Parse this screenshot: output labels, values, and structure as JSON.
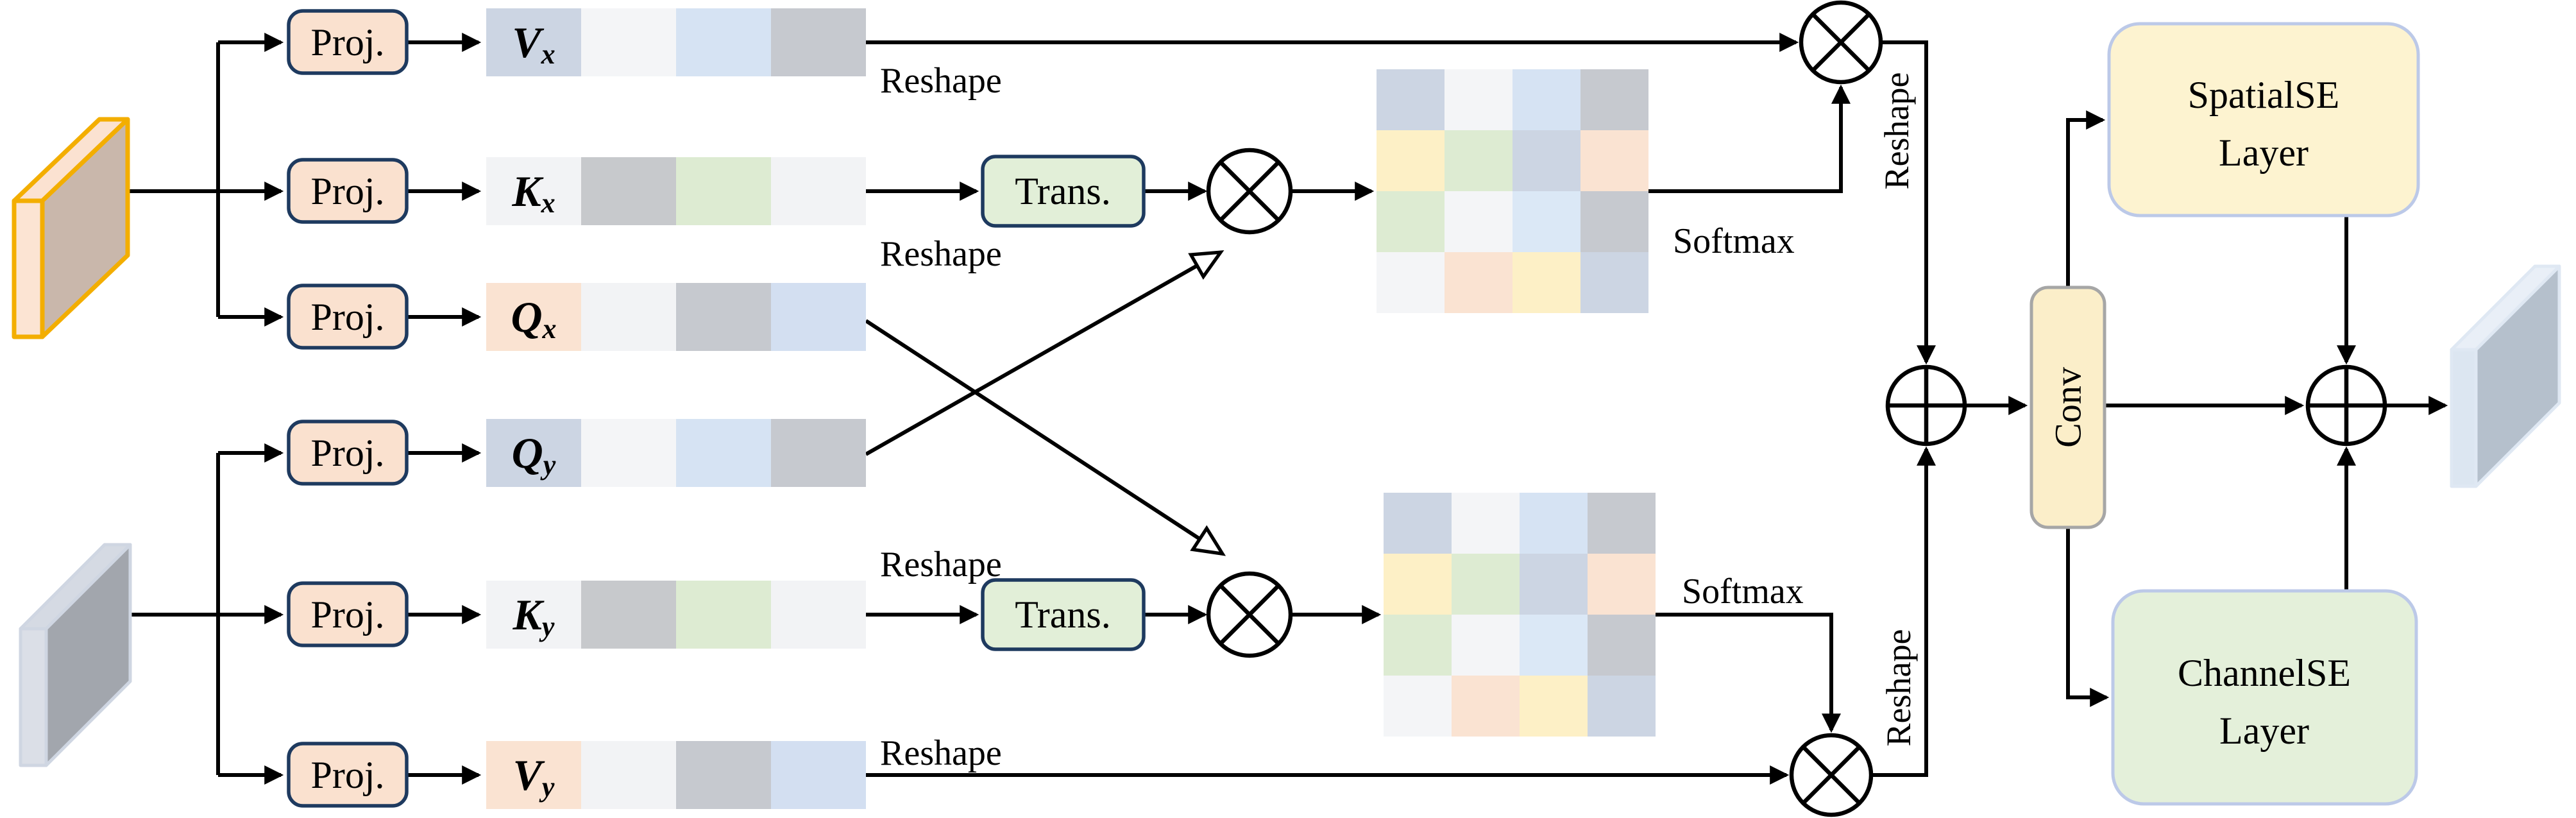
{
  "figure": {
    "description": "Cross-attention feature fusion module with SpatialSE and ChannelSE layers"
  },
  "colors": {
    "line": "#000000",
    "proj_fill": "#fae1cf",
    "proj_border": "#1e3a5f",
    "trans_fill": "#e2efd8",
    "trans_border": "#1e3a5f",
    "conv_fill": "#fbeec9",
    "conv_border": "#a6a6a6",
    "spatialse_fill": "#fdf3d0",
    "spatialse_border": "#bcc9e8",
    "channelse_fill": "#e4f0da",
    "channelse_border": "#bcc9e8",
    "slab_x": {
      "front": "#fce4d3",
      "top": "#fbe2d1",
      "side": "#c9b7ab",
      "border": "#f3ae00"
    },
    "slab_y": {
      "front": "#dbdfe7",
      "top": "#d5dae3",
      "side": "#a2a6ad",
      "border": "#cfd6e2"
    },
    "slab_out": {
      "front": "#dce6f1",
      "top": "#e9eff7",
      "side": "#b5c0cc",
      "border": "#dfe8f3"
    }
  },
  "boxes": {
    "proj": "Proj.",
    "trans": "Trans.",
    "conv": "Conv",
    "spatialse_line1": "SpatialSE",
    "spatialse_line2": "Layer",
    "channelse_line1": "ChannelSE",
    "channelse_line2": "Layer"
  },
  "labels": {
    "reshape": "Reshape",
    "softmax": "Softmax"
  },
  "operators": {
    "matmul_icon": "circle-cross matrix-multiply",
    "add_icon": "circle-plus element-wise-add"
  },
  "strips": [
    {
      "name": "Vx",
      "base": "V",
      "sub": "x",
      "cells": [
        "#ccd5e3",
        "#f4f5f7",
        "#d6e3f3",
        "#c6c9cf"
      ]
    },
    {
      "name": "Kx",
      "base": "K",
      "sub": "x",
      "cells": [
        "#f2f3f5",
        "#c7c9cc",
        "#ddebd2",
        "#f2f3f5"
      ]
    },
    {
      "name": "Qx",
      "base": "Q",
      "sub": "x",
      "cells": [
        "#fae3d2",
        "#f2f3f5",
        "#c6c9cf",
        "#d3dff1"
      ]
    },
    {
      "name": "Qy",
      "base": "Q",
      "sub": "y",
      "cells": [
        "#ccd5e3",
        "#f4f5f7",
        "#d6e3f3",
        "#c6c9cf"
      ]
    },
    {
      "name": "Ky",
      "base": "K",
      "sub": "y",
      "cells": [
        "#f2f3f5",
        "#c7c9cc",
        "#ddebd2",
        "#f2f3f5"
      ]
    },
    {
      "name": "Vy",
      "base": "V",
      "sub": "y",
      "cells": [
        "#fae3d2",
        "#f2f3f5",
        "#c6c9cf",
        "#d3dff1"
      ]
    }
  ],
  "attention_matrix": {
    "rows": 4,
    "cols": 4,
    "cells": [
      [
        "#ccd5e3",
        "#f4f5f7",
        "#d6e3f3",
        "#c6c9cf"
      ],
      [
        "#fdf0c6",
        "#ddebd2",
        "#ccd5e3",
        "#fae3d2"
      ],
      [
        "#ddebd2",
        "#f4f5f7",
        "#dbe8f6",
        "#c6c9cf"
      ],
      [
        "#f4f5f7",
        "#fae3d2",
        "#fdf0c6",
        "#ccd5e3"
      ]
    ]
  }
}
